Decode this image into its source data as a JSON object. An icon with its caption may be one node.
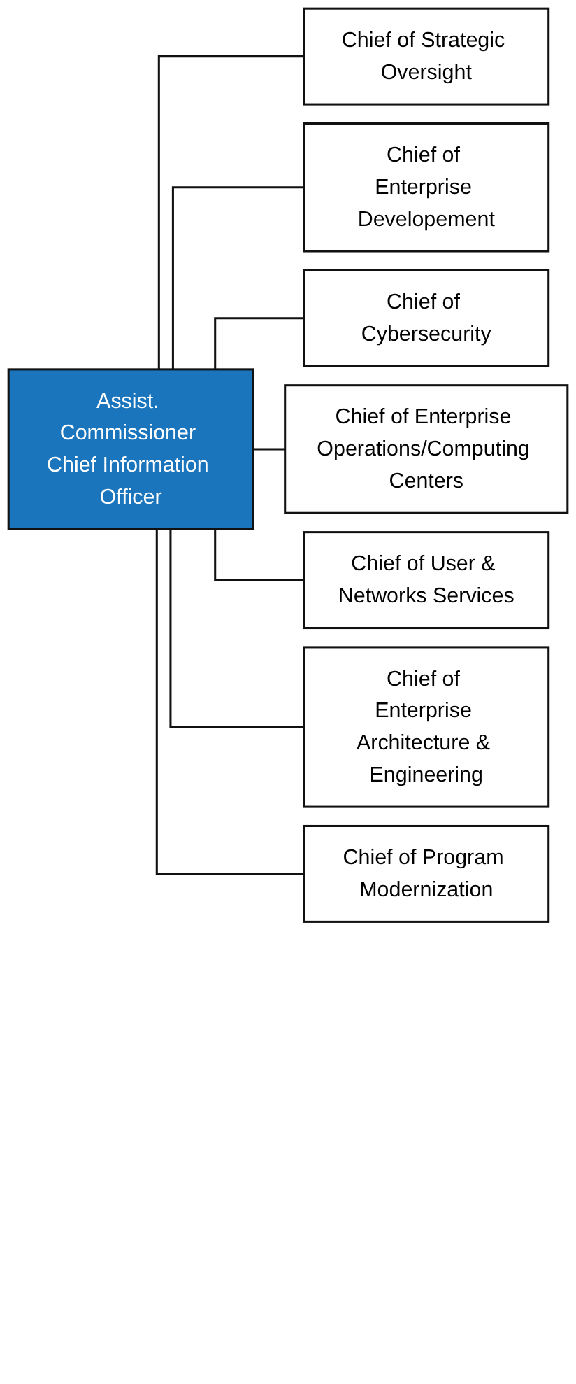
{
  "diagram": {
    "nodes": [
      {
        "text": [
          "Assist. Commissioner Chief Information Officer"
        ]
      },
      {
        "text": [
          "Chief of Strategic Oversight"
        ]
      },
      {
        "text": [
          "Chief of Enterprise Developement"
        ]
      },
      {
        "text": [
          "Chief of Cybersecurity"
        ]
      },
      {
        "text": [
          "Chief of Enterprise Operations/Computing Centers"
        ]
      },
      {
        "text": [
          "Chief of User & Networks Services"
        ]
      },
      {
        "text": [
          "Chief of Enterprise Architecture & Engineering"
        ]
      },
      {
        "text": [
          "Chief of Program Modernization"
        ]
      }
    ],
    "edges": [
      {
        "from": 0,
        "to": 1,
        "arrow": "none"
      },
      {
        "from": 0,
        "to": 2,
        "arrow": "none"
      },
      {
        "from": 0,
        "to": 3,
        "arrow": "none"
      },
      {
        "from": 0,
        "to": 4,
        "arrow": "none"
      },
      {
        "from": 0,
        "to": 5,
        "arrow": "none"
      },
      {
        "from": 0,
        "to": 6,
        "arrow": "none"
      },
      {
        "from": 0,
        "to": 7,
        "arrow": "none"
      }
    ]
  }
}
